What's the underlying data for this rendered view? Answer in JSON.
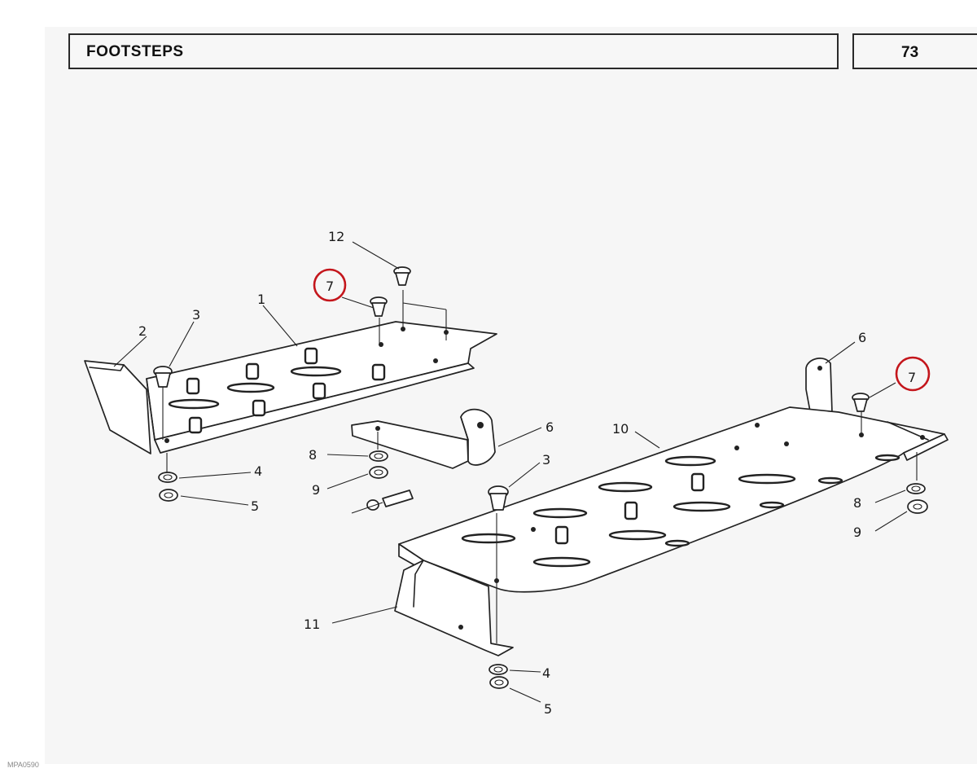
{
  "header": {
    "title": "FOOTSTEPS",
    "page_number": "73"
  },
  "footer": {
    "ref_code": "MPA0590"
  },
  "callouts": {
    "c1": "1",
    "c2": "2",
    "c3_left": "3",
    "c3_right": "3",
    "c4_left": "4",
    "c4_bottom": "4",
    "c5_left": "5",
    "c5_bottom": "5",
    "c6_mid": "6",
    "c6_right": "6",
    "c7_left": "7",
    "c7_right": "7",
    "c8_mid": "8",
    "c8_right": "8",
    "c9_mid": "9",
    "c9_right": "9",
    "c10": "10",
    "c11": "11",
    "c12": "12"
  },
  "highlight_color": "#c4161c"
}
